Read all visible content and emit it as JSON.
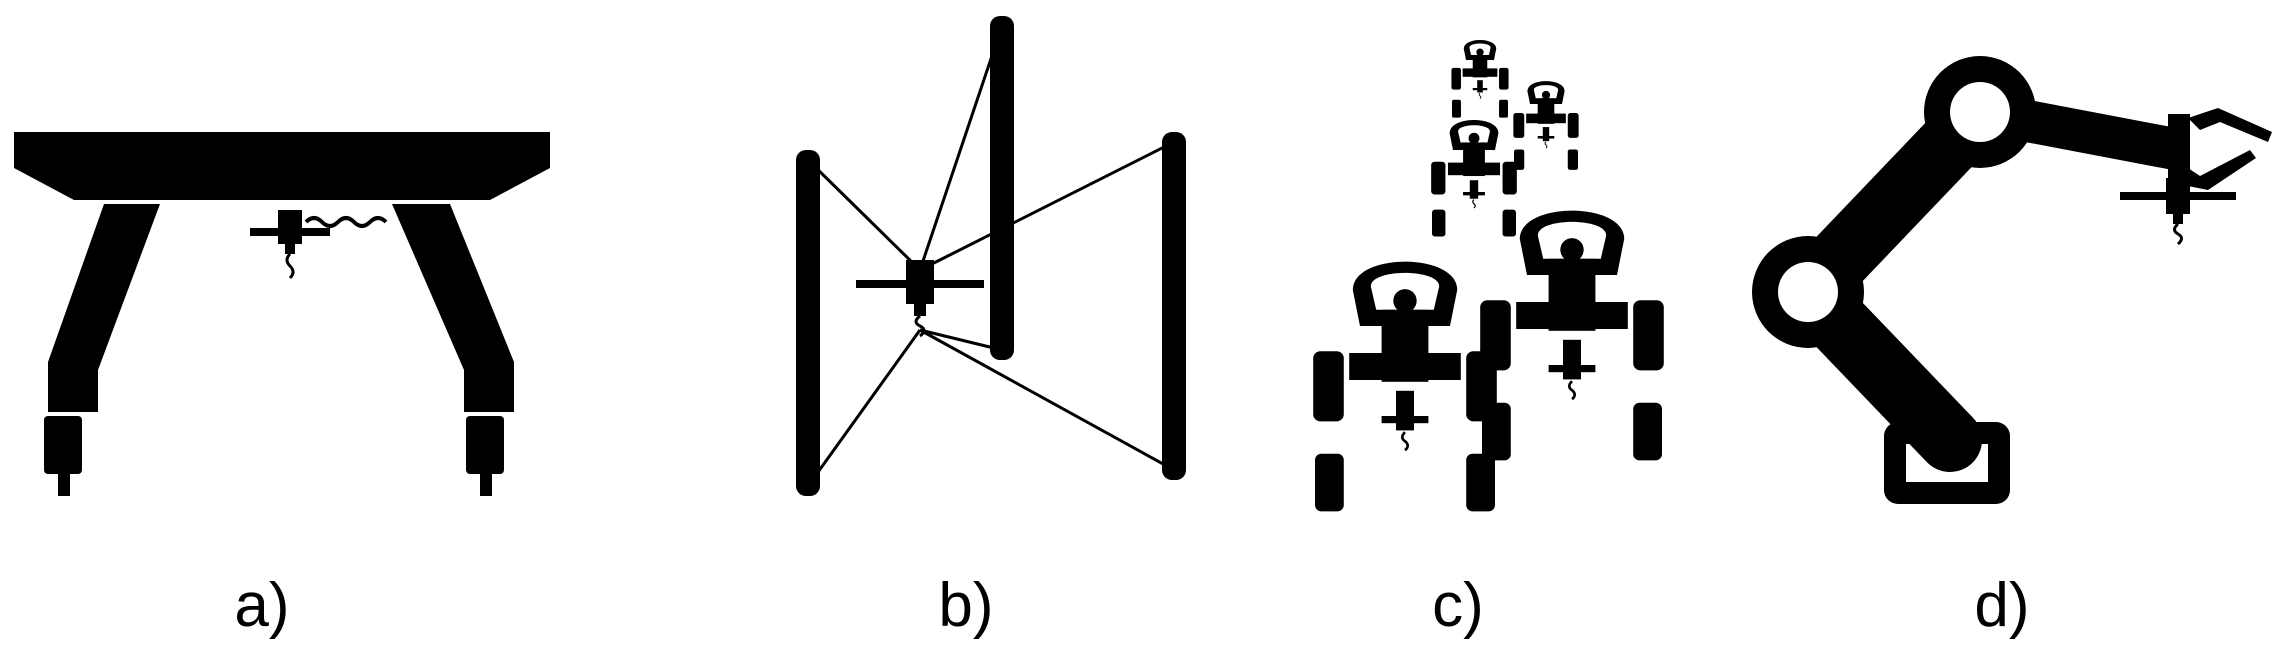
{
  "panels": [
    {
      "id": "a",
      "label": "a)",
      "icon": "gantry-printer-icon"
    },
    {
      "id": "b",
      "label": "b)",
      "icon": "cable-driven-printer-icon"
    },
    {
      "id": "c",
      "label": "c)",
      "icon": "mobile-robot-swarm-icon"
    },
    {
      "id": "d",
      "label": "d)",
      "icon": "robotic-arm-printer-icon"
    }
  ],
  "colors": {
    "ink": "#000000",
    "background": "#ffffff"
  }
}
